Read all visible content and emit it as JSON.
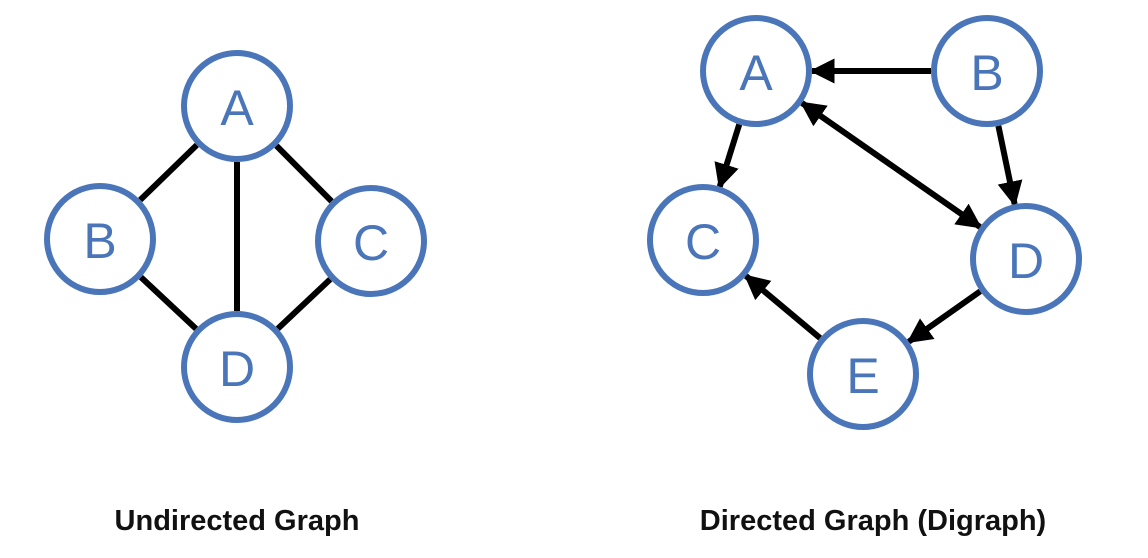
{
  "colors": {
    "node_stroke": "#4a76b9",
    "node_text": "#4a76b9",
    "edge": "#000000"
  },
  "undirected": {
    "caption": "Undirected Graph",
    "nodes": [
      {
        "id": "A",
        "label": "A"
      },
      {
        "id": "B",
        "label": "B"
      },
      {
        "id": "C",
        "label": "C"
      },
      {
        "id": "D",
        "label": "D"
      }
    ],
    "edges": [
      {
        "from": "A",
        "to": "B"
      },
      {
        "from": "A",
        "to": "C"
      },
      {
        "from": "A",
        "to": "D"
      },
      {
        "from": "B",
        "to": "D"
      },
      {
        "from": "C",
        "to": "D"
      }
    ]
  },
  "directed": {
    "caption": "Directed Graph (Digraph)",
    "nodes": [
      {
        "id": "A",
        "label": "A"
      },
      {
        "id": "B",
        "label": "B"
      },
      {
        "id": "C",
        "label": "C"
      },
      {
        "id": "D",
        "label": "D"
      },
      {
        "id": "E",
        "label": "E"
      }
    ],
    "edges": [
      {
        "from": "B",
        "to": "A"
      },
      {
        "from": "A",
        "to": "C"
      },
      {
        "from": "B",
        "to": "D"
      },
      {
        "from": "A",
        "to": "D",
        "bidirectional": true
      },
      {
        "from": "D",
        "to": "E"
      },
      {
        "from": "E",
        "to": "C"
      }
    ]
  }
}
